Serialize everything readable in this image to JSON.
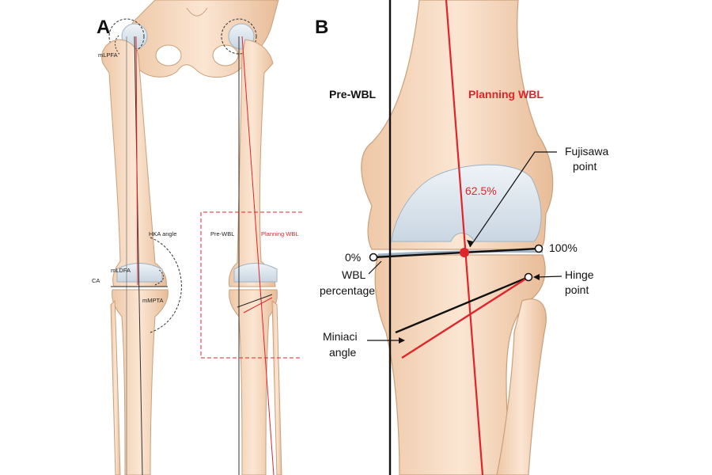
{
  "panel_a": {
    "letter": "A",
    "labels": {
      "mlpfa": "mLPFA",
      "hka_angle": "HKA angle",
      "mldfa": "mLDFA",
      "ca": "CA",
      "mmpta": "mMPTA",
      "pre_wbl": "Pre-WBL",
      "planning_wbl": "Planning WBL"
    }
  },
  "panel_b": {
    "letter": "B",
    "labels": {
      "pre_wbl": "Pre-WBL",
      "planning_wbl": "Planning WBL",
      "fujisawa_line1": "Fujisawa",
      "fujisawa_line2": "point",
      "percent_value": "62.5%",
      "zero_pct": "0%",
      "hundred_pct": "100%",
      "wbl_line1": "WBL",
      "wbl_line2": "percentage",
      "hinge_line1": "Hinge",
      "hinge_line2": "point",
      "miniaci_line1": "Miniaci",
      "miniaci_line2": "angle"
    }
  },
  "colors": {
    "bone_fill": "#f6dcc5",
    "bone_stroke": "#c9a07a",
    "cartilage_fill": "#dde6ee",
    "red": "#e0242a",
    "black": "#111111"
  }
}
